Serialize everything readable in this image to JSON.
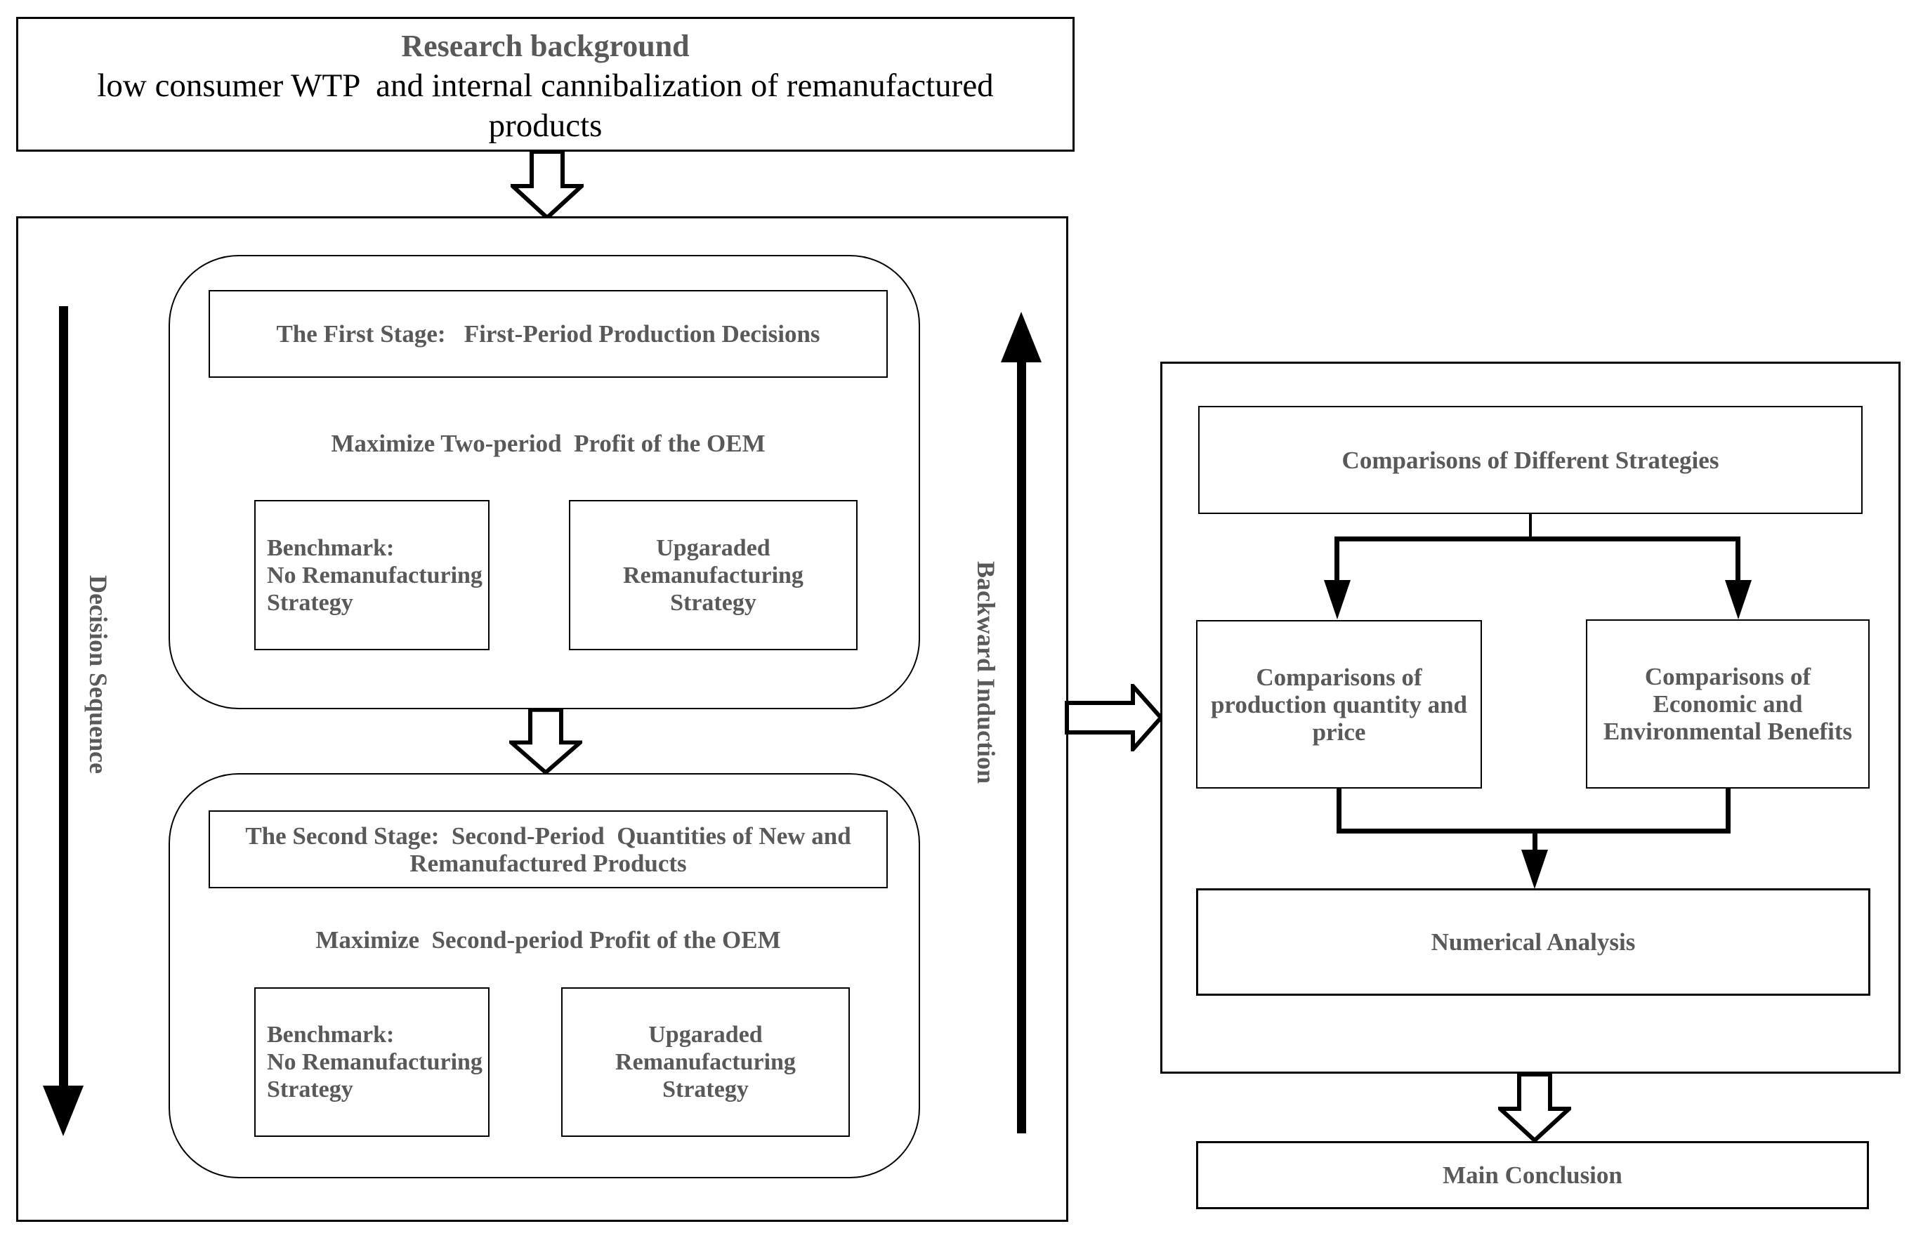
{
  "palette": {
    "background": "#ffffff",
    "heading_gray": "#595959",
    "line_black": "#000000"
  },
  "background_box": {
    "title": "Research background",
    "body": "low consumer WTP  and internal cannibalization of remanufactured\nproducts"
  },
  "decision_model": {
    "decision_sequence_label": "Decision Sequence",
    "backward_induction_label": "Backward Induction",
    "stage1": {
      "title": "The First Stage:   First-Period Production Decisions",
      "objective": "Maximize Two-period  Profit of the OEM",
      "benchmark": "Benchmark:\nNo Remanufacturing\nStrategy",
      "upgraded": "Upgaraded\nRemanufacturing\nStrategy"
    },
    "stage2": {
      "title": "The Second Stage:  Second-Period  Quantities of New and\nRemanufactured Products",
      "objective": "Maximize  Second-period Profit of the OEM",
      "benchmark": "Benchmark:\nNo Remanufacturing\nStrategy",
      "upgraded": "Upgaraded\nRemanufacturing\nStrategy"
    }
  },
  "analysis_panel": {
    "strategies_title": "Comparisons of Different Strategies",
    "compare_quantity": "Comparisons of\nproduction quantity and\nprice",
    "compare_benefits": "Comparisons of\nEconomic and\nEnvironmental Benefits",
    "numerical": "Numerical Analysis",
    "conclusion": "Main Conclusion"
  }
}
